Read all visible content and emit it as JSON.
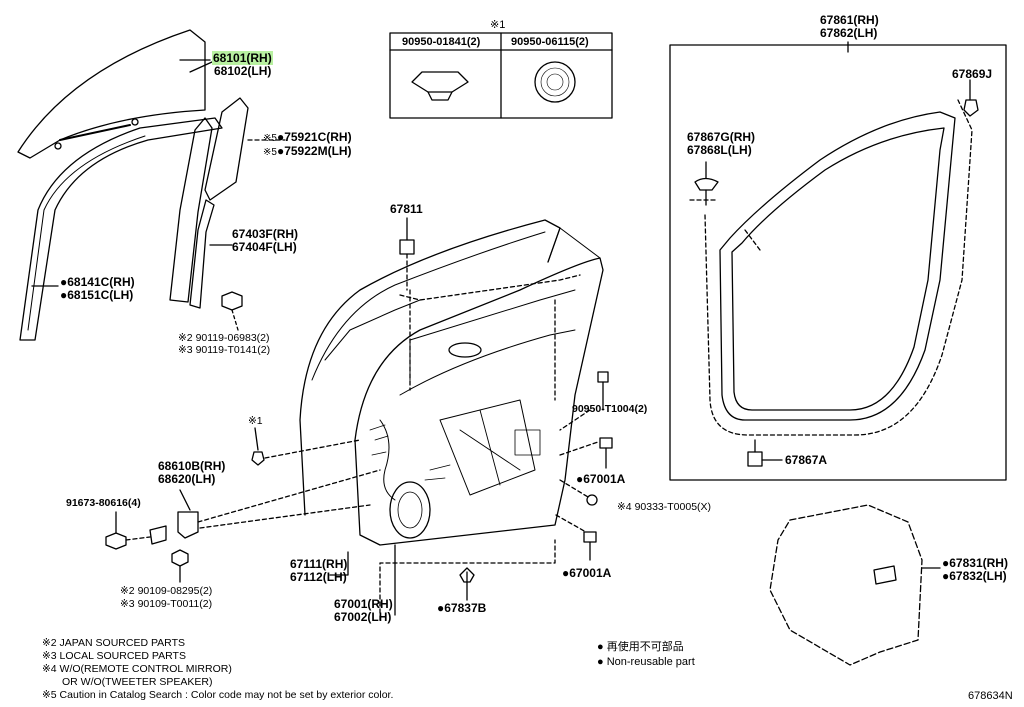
{
  "glass": {
    "rh": "68101(RH)",
    "lh": "68102(LH)"
  },
  "molding": {
    "rh": "75921C(RH)",
    "lh": "75922M(LH)",
    "mark": "※5",
    "dot": "●"
  },
  "run_channel": {
    "rh": "68141C(RH)",
    "lh": "68151C(LH)",
    "dot": "●"
  },
  "guide": {
    "rh": "67403F(RH)",
    "lh": "67404F(LH)"
  },
  "bolt_top": {
    "l1_mark": "※2",
    "l1": "90119-06983(2)",
    "l2_mark": "※3",
    "l2": "90119-T0141(2)"
  },
  "clip_box": {
    "mark": "※1",
    "col1": "90950-01841(2)",
    "col2": "90950-06115(2)"
  },
  "p67811": "67811",
  "p90950_t1004": "90950-T1004(2)",
  "mark1": "※1",
  "hinge": {
    "rh": "68610B(RH)",
    "lh": "68620(LH)"
  },
  "bolt_hinge": "91673-80616(4)",
  "bolt_bottom": {
    "l1_mark": "※2",
    "l1": "90109-08295(2)",
    "l2_mark": "※3",
    "l2": "90109-T0011(2)"
  },
  "p67001a_1": "●67001A",
  "p90333": {
    "mark": "※4",
    "code": "90333-T0005(X)"
  },
  "p67001a_2": "●67001A",
  "inner_panel": {
    "rh": "67111(RH)",
    "lh": "67112(LH)"
  },
  "door_assy": {
    "rh": "67001(RH)",
    "lh": "67002(LH)"
  },
  "p67837b": "●67837B",
  "weatherstrip": {
    "rh": "67861(RH)",
    "lh": "67862(LH)"
  },
  "p67869j": "67869J",
  "clip_weather": {
    "rh": "67867G(RH)",
    "lh": "67868L(LH)"
  },
  "p67867a": "67867A",
  "service_cover": {
    "rh": "●67831(RH)",
    "lh": "●67832(LH)"
  },
  "notes": [
    "※2 JAPAN SOURCED PARTS",
    "※3 LOCAL SOURCED PARTS",
    "※4 W/O(REMOTE CONTROL MIRROR)",
    "OR W/O(TWEETER SPEAKER)",
    "※5 Caution in Catalog Search : Color code may not be set by exterior color."
  ],
  "legend": {
    "jp": "● 再使用不可部品",
    "en": "● Non-reusable part"
  },
  "diagram_id": "678634N"
}
